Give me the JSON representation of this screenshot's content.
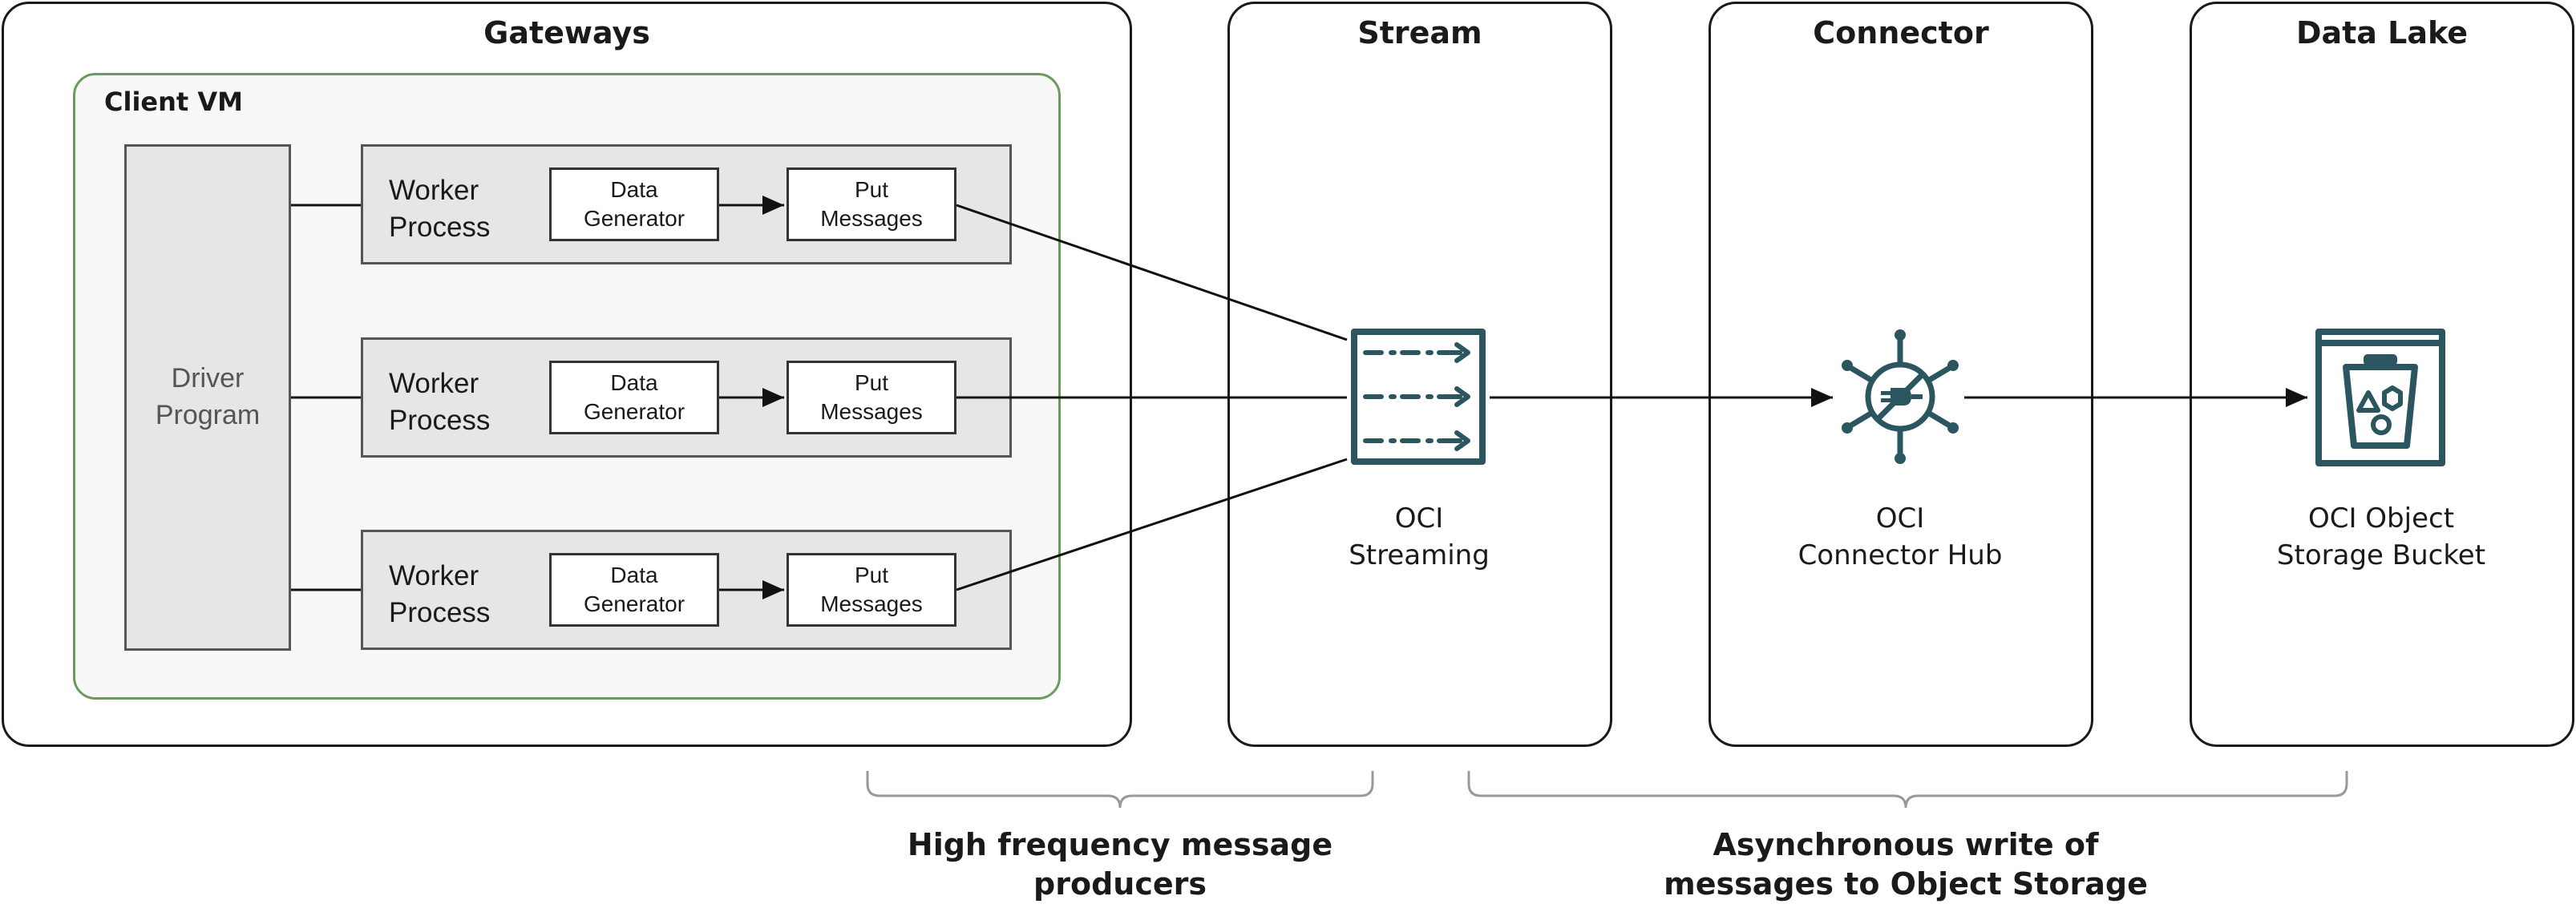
{
  "sections": {
    "gateways": "Gateways",
    "stream": "Stream",
    "connector": "Connector",
    "data_lake": "Data Lake"
  },
  "client_vm": {
    "title": "Client VM",
    "driver": "Driver\nProgram",
    "workers": [
      {
        "label": "Worker\nProcess",
        "generator": "Data\nGenerator",
        "put": "Put\nMessages"
      },
      {
        "label": "Worker\nProcess",
        "generator": "Data\nGenerator",
        "put": "Put\nMessages"
      },
      {
        "label": "Worker\nProcess",
        "generator": "Data\nGenerator",
        "put": "Put\nMessages"
      }
    ]
  },
  "services": {
    "streaming": {
      "label": "OCI\nStreaming",
      "icon": "streaming-icon"
    },
    "connector_hub": {
      "label": "OCI\nConnector Hub",
      "icon": "connector-hub-icon"
    },
    "object_storage": {
      "label": "OCI Object\nStorage Bucket",
      "icon": "bucket-icon"
    }
  },
  "braces": {
    "left": "High frequency message\nproducers",
    "right": "Asynchronous write of\nmessages to Object Storage"
  },
  "colors": {
    "icon": "#2b5660",
    "vm_border": "#6c9a5e",
    "box_fill": "#e6e6e6"
  }
}
